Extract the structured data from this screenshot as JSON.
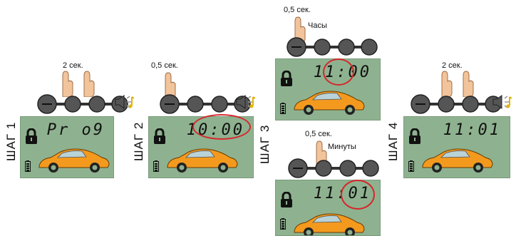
{
  "steps": {
    "s1": {
      "title": "ШАГ 1",
      "lcd": "Pr o9",
      "note": "2 сек."
    },
    "s2": {
      "title": "ШАГ 2",
      "lcd": "10:00",
      "note": "0,5 сек."
    },
    "s3": {
      "title": "ШАГ 3",
      "lcd_top": "11:00",
      "lcd_bottom": "11:01",
      "note_top": "0,5 сек.",
      "label_top": "Часы",
      "note_bottom": "0,5 сек.",
      "label_bottom": "Минуты"
    },
    "s4": {
      "title": "ШАГ 4",
      "lcd": "11:01",
      "note": "2 сек."
    }
  },
  "colors": {
    "lcd_bg": "#8eb28f",
    "highlight": "#d7262c",
    "car": "#f39a1e",
    "button": "#444444",
    "hand": "#f2c49b"
  },
  "icons": [
    "lock-icon",
    "car-icon",
    "battery-icon",
    "sound-icon",
    "hand-press-icon",
    "button-row-icon"
  ]
}
